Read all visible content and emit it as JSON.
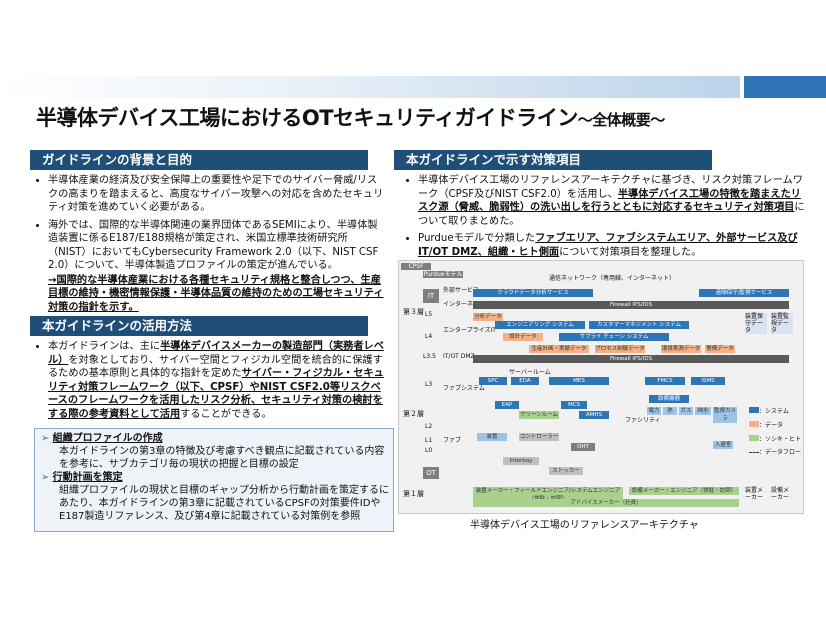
{
  "title": "半導体デバイス工場におけるOTセキュリティガイドライン",
  "title_suffix": "～全体概要～",
  "left": {
    "bg_heading": "ガイドラインの背景と目的",
    "bg_bullets": [
      "半導体産業の経済及び安全保障上の重要性や足下でのサイバー脅威/リスクの高まりを踏まえると、高度なサイバー攻撃への対応を含めたセキュリティ対策を進めていく必要がある。",
      "海外では、国際的な半導体関連の業界団体であるSEMIにより、半導体製造装置に係るE187/E188規格が策定され、米国立標準技術研究所（NIST）においてもCybersecurity Framework 2.0（以下、NIST CSF 2.0）について、半導体製造プロファイルの策定が進んでいる。"
    ],
    "bg_emph": "→国際的な半導体産業における各種セキュリティ規格と整合しつつ、生産目標の維持・機密情報保護・半導体品質の維持のための工場セキュリティ対策の指針を示す。",
    "use_heading": "本ガイドラインの活用方法",
    "use_p1": "本ガイドラインは、主に",
    "use_b1": "半導体デバイスメーカーの製造部門（実務者レベル）",
    "use_p2": "を対象としており、サイバー空間とフィジカル空間を統合的に保護するための基本原則と具体的な指針を定めた",
    "use_b2": "サイバー・フィジカル・セキュリティ対策フレームワーク（以下、CPSF）やNIST CSF2.0等リスクベースのフレームワークを活用したリスク分析、セキュリティ対策の検討をする際の参考資料として活用",
    "use_p3": "することができる。",
    "box_h1": "組織プロファイルの作成",
    "box_t1": "本ガイドラインの第3章の特徴及び考慮すべき観点に記載されている内容を参考に、サブカテゴリ毎の現状の把握と目標の設定",
    "box_h2": "行動計画を策定",
    "box_t2": "組織プロファイルの現状と目標のギャップ分析から行動計画を策定するにあたり、本ガイドラインの第3章に記載されているCPSFの対策要件IDやE187製造リファレンス、及び第4章に記載されている対策例を参照"
  },
  "right": {
    "heading": "本ガイドラインで示す対策項目",
    "b1_p1": "半導体デバイス工場のリファレンスアーキテクチャに基づき、リスク対策フレームワーク（CPSF及びNIST CSF2.0）を活用し、",
    "b1_b": "半導体デバイス工場の特徴を踏まえたリスク源（脅威、脆弱性）の洗い出しを行うとともに対応するセキュリティ対策項目",
    "b1_p2": "について取りまとめた。",
    "b2_p1": "Purdueモデルで分類した",
    "b2_b": "ファブエリア、ファブシステムエリア、外部サービス及びIT/OT DMZ、組織・ヒト側面",
    "b2_p2": "について対策項目を整理した。",
    "caption": "半導体デバイス工場のリファレンスアーキテクチャ"
  },
  "diagram": {
    "cpsf": "CPSF",
    "purdue": "Purdueモデル",
    "layers": [
      "第３層",
      "第２層",
      "第１層"
    ],
    "levels": [
      "IT",
      "L5",
      "L4",
      "L3.5",
      "L3",
      "L2",
      "L1",
      "L0",
      "OT"
    ],
    "zones": [
      "外部サービス",
      "インターネットゲートウェイ",
      "エンタープライズIT",
      "IT/OT DMZ",
      "ファブシステム",
      "ファブ",
      "ファシリティ"
    ],
    "net": "通信ネットワーク（専用線、インターネット）",
    "cloud": "クラウドデータ分析サービス",
    "remote": "遠隔保守/監視サービス",
    "fw1": "Firewall IPS/IDS",
    "fw2": "Firewall IPS/IDS",
    "eng": "エンジニアリング システム",
    "cust": "カスタマーマネジメント システム",
    "supply": "サプライ チェーン システム",
    "ents": [
      "分析データ",
      "設計データ",
      "生産計画・実績データ",
      "プロセス制御データ",
      "環境実測データ",
      "警備データ"
    ],
    "fab_sys": [
      "サーバールーム",
      "SPC",
      "EDA",
      "MES",
      "FMCS",
      "ISMS"
    ],
    "fab": [
      "EAP",
      "MCS",
      "AMHS",
      "クリーンルーム",
      "装置",
      "コントローラー",
      "OHT",
      "Interbay",
      "ストッカー"
    ],
    "fac": [
      "設備機器",
      "電力",
      "熱",
      "ガス",
      "純水",
      "監視カメラ",
      "入退室"
    ],
    "vendor1": "装置メーカー・フィールドエンジニア/システムエンジニア（常駐・訪問）",
    "vendor2": "設備メーカー・エンジニア（常駐・訪問）",
    "vendor3": "アドバイスメーカー（社員）",
    "legend": [
      "：システム",
      "：データ",
      "：ソシキ・ヒト",
      "：データフロー"
    ],
    "side": [
      "装置保守データ",
      "装置監視データ",
      "装置メーカー",
      "設備メーカー"
    ]
  },
  "colors": {
    "navy": "#1f4e79",
    "blue": "#2e75b6",
    "mid": "#5b9bd5",
    "light": "#9dc3e6",
    "orange": "#f4b183",
    "green": "#a9d18e",
    "gray": "#595959"
  }
}
